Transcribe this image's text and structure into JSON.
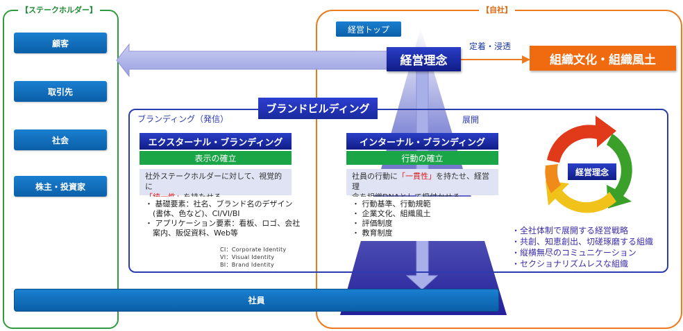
{
  "stakeholders": {
    "title": "【ステークホルダー】",
    "items": [
      "顧客",
      "取引先",
      "社会",
      "株主・投資家"
    ]
  },
  "company": {
    "title": "【自社】",
    "top_label": "経営トップ",
    "philosophy": "経営理念",
    "spread_label": "定着・浸透",
    "culture": "組織文化・組織風土"
  },
  "branding": {
    "banner": "ブランドビルディング",
    "outbound_label": "ブランディング（発信）",
    "deploy_label": "展開",
    "external": {
      "title": "エクスターナル・ブランディング",
      "subtitle": "表示の確立",
      "desc_before": "社外ステークホルダーに対して、視覚的に",
      "desc_highlight": "「統一性」",
      "desc_after": "を持たせる",
      "items": [
        "・ 基礎要素：社名、ブランド名のデザイン",
        "　(書体、色など)、CI/VI/BI",
        "・ アプリケーション要素：看板、ロゴ、会社",
        "　案内、販促資料、Web等"
      ],
      "legend": [
        "CI：Corporate Identity",
        "VI：Visual Identity",
        "BI：Brand Identity"
      ]
    },
    "internal": {
      "title": "インターナル・ブランディング",
      "subtitle": "行動の確立",
      "desc_before": "社員の行動に",
      "desc_highlight": "「一貫性」",
      "desc_after": "を持たせ、経営理",
      "desc_line2": "念を組織DNAとして根付かせる",
      "items": [
        "・ 行動基準、行動規範",
        "・ 企業文化、組織風土",
        "・ 評価制度",
        "・ 教育制度"
      ]
    },
    "cycle": {
      "center": "経営理念",
      "bullets": [
        "・全社体制で展開する経営戦略",
        "・共創、知恵創出、切磋琢磨する組織",
        "・縦横無尽のコミュニケーション",
        "・セクショナリズムレスな組織"
      ]
    }
  },
  "employees": "社員",
  "colors": {
    "stakeholder_green": "#2e9b3f",
    "company_orange": "#ee7a1e",
    "brand_navy": "#1a2a9e",
    "button_blue": "#0b66b6",
    "arrow_lavender": "#a8aee6"
  }
}
